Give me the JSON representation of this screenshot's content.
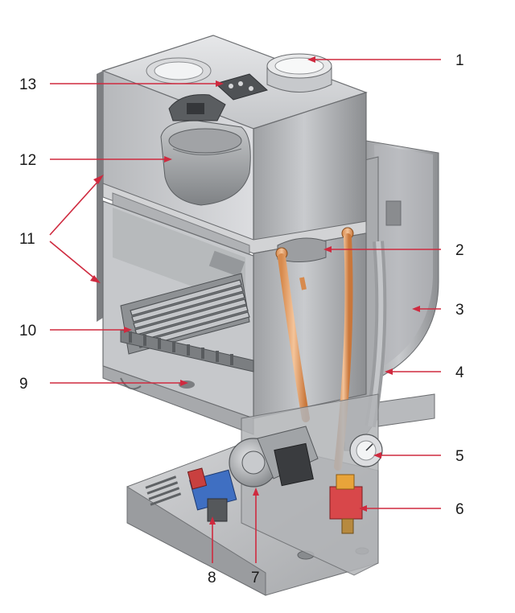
{
  "diagram": {
    "background": "#ffffff",
    "leader_color": "#cf2a3f",
    "label_color": "#1a1a1a",
    "callouts": [
      {
        "id": "1",
        "label": "1"
      },
      {
        "id": "2",
        "label": "2"
      },
      {
        "id": "3",
        "label": "3"
      },
      {
        "id": "4",
        "label": "4"
      },
      {
        "id": "5",
        "label": "5"
      },
      {
        "id": "6",
        "label": "6"
      },
      {
        "id": "7",
        "label": "7"
      },
      {
        "id": "8",
        "label": "8"
      },
      {
        "id": "9",
        "label": "9"
      },
      {
        "id": "10",
        "label": "10"
      },
      {
        "id": "11",
        "label": "11"
      },
      {
        "id": "12",
        "label": "12"
      },
      {
        "id": "13",
        "label": "13"
      }
    ]
  }
}
